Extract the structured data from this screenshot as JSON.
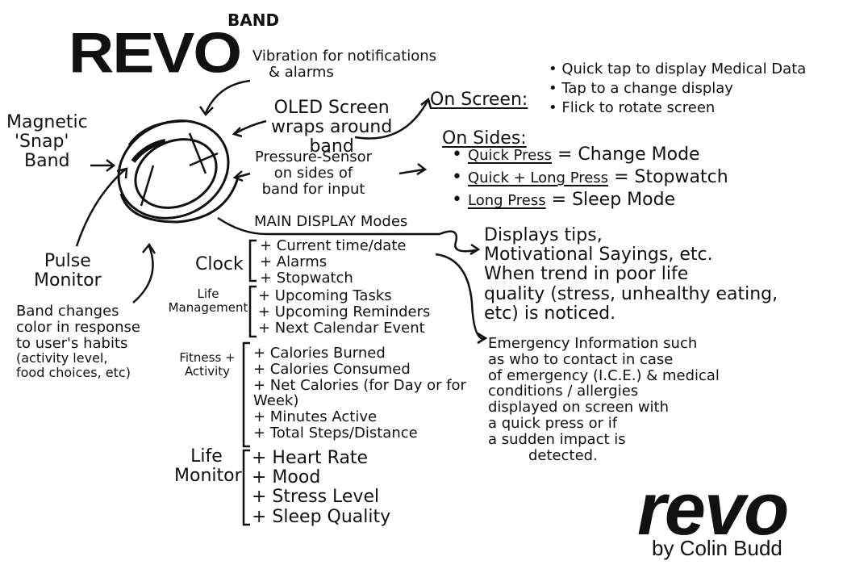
{
  "logo": {
    "top": "REVO",
    "band": "BAND",
    "bottom": "revo",
    "author": "by Colin Budd"
  },
  "labels": {
    "vibration_1": "Vibration for notifications",
    "vibration_2": "& alarms",
    "magnetic_1": "Magnetic",
    "magnetic_2": "'Snap'",
    "magnetic_3": "Band",
    "oled_1": "OLED Screen",
    "oled_2": "wraps around",
    "oled_3": "band",
    "pressure_1": "Pressure-Sensor",
    "pressure_2": "on sides of",
    "pressure_3": "band for input",
    "pulse_1": "Pulse",
    "pulse_2": "Monitor",
    "color_1": "Band changes",
    "color_2": "color in response",
    "color_3": "to user's habits",
    "color_4": "(activity level,",
    "color_5": "food choices, etc)"
  },
  "on_screen": {
    "title": "On Screen:",
    "items": [
      "Quick tap to display Medical Data",
      "Tap to a change display",
      "Flick to rotate screen"
    ]
  },
  "on_sides": {
    "title": "On Sides:",
    "items": [
      {
        "key": "Quick Press",
        "value": "= Change Mode"
      },
      {
        "key": "Quick + Long Press",
        "value": "= Stopwatch"
      },
      {
        "key": "Long Press",
        "value": "= Sleep Mode"
      }
    ]
  },
  "main_modes": {
    "title": "MAIN DISPLAY Modes",
    "groups": [
      {
        "name": "Clock",
        "items": [
          "+ Current time/date",
          "+ Alarms",
          "+ Stopwatch"
        ]
      },
      {
        "name": "Life Management",
        "items": [
          "+ Upcoming Tasks",
          "+ Upcoming Reminders",
          "+ Next Calendar Event"
        ]
      },
      {
        "name": "Fitness + Activity",
        "items": [
          "+ Calories Burned",
          "+ Calories Consumed",
          "+ Net Calories (for Day or for Week)",
          "+ Minutes Active",
          "+ Total Steps/Distance"
        ]
      },
      {
        "name": "Life Monitor",
        "items": [
          "+ Heart Rate",
          "+ Mood",
          "+ Stress Level",
          "+ Sleep Quality"
        ]
      }
    ]
  },
  "notes": {
    "tips": "Displays tips, Motivational Sayings, etc. When trend in poor life quality (stress, unhealthy eating, etc) is noticed.",
    "tips_lines": [
      "Displays tips,",
      "Motivational Sayings, etc.",
      "When trend in poor life",
      "quality (stress, unhealthy eating,",
      "etc) is noticed."
    ],
    "emergency_lines": [
      "Emergency Information such",
      "as who to contact in case",
      "of emergency (I.C.E.) & medical",
      "conditions / allergies",
      "displayed on screen with",
      "a quick press or if",
      "a sudden impact is",
      "detected."
    ]
  }
}
